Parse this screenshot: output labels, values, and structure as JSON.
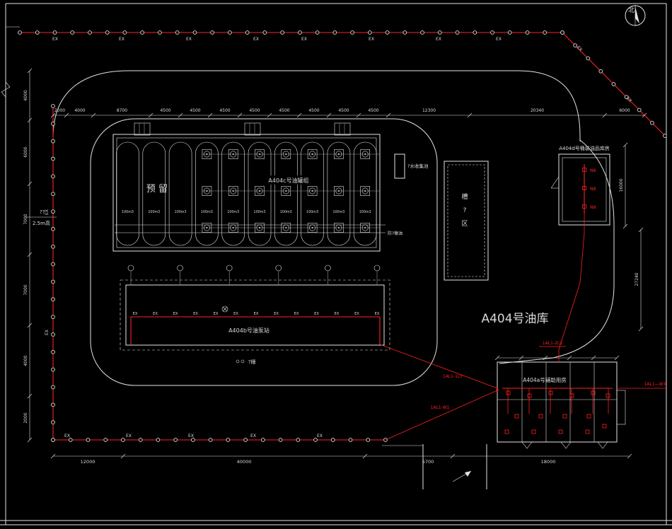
{
  "colors": {
    "background": "#000000",
    "line": "#e4e4e4",
    "cable": "#ff2020",
    "dim_text": "#d9d9d9"
  },
  "labels": {
    "north": "北",
    "ex": "EX",
    "n8": "N8",
    "tank_capacity": "100m3",
    "site_title": "A404号油库",
    "tank_group": "A404c号油罐组",
    "reserved": "预 留",
    "pump_station": "A404b号油泵站",
    "aux_building": "A404a号辅助用房",
    "barrel_warehouse": "A404d号桶装油品库房",
    "truck_area_chars": [
      "槽",
      "?",
      "区"
    ],
    "sump": "?水收集池",
    "dike_oil": "防?橄油",
    "gate": "?栅",
    "fence_note1": "??",
    "fence_note2": "2.5m高"
  },
  "circuits": {
    "c2l2": "1AL1-2L2",
    "c1l5": "1AL1-1L5",
    "cw1": "1AL1-W1",
    "cw3": "1AL1—W3"
  },
  "dims": {
    "top": [
      "2000",
      "4000",
      "8700",
      "4500",
      "4500",
      "4500",
      "4500",
      "4500",
      "4500",
      "4500",
      "4500",
      "12300",
      "20340",
      "6000"
    ],
    "bottom": [
      "12000",
      "40000",
      "5700",
      "18000"
    ],
    "left": [
      "4000",
      "6000",
      "7000",
      "7000",
      "4000",
      "2000"
    ],
    "right": [
      "16000",
      "27240"
    ]
  }
}
